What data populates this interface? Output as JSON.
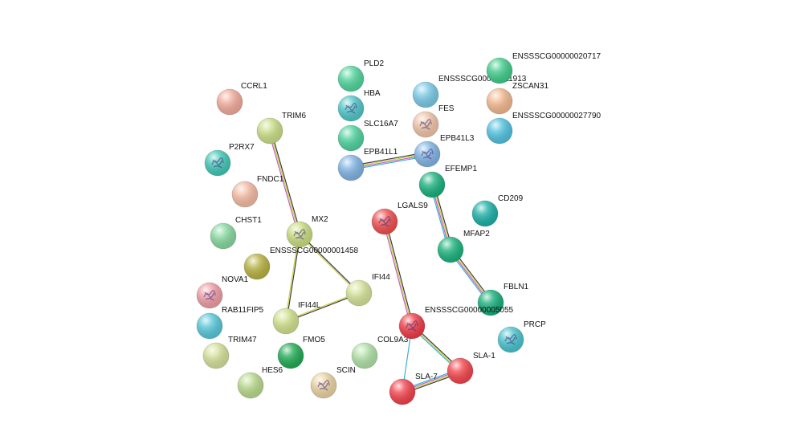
{
  "network": {
    "nodes": [
      {
        "id": "CCRL1",
        "label": "CCRL1",
        "color": "#f1a99a",
        "icon": "plain-node"
      },
      {
        "id": "TRIM6",
        "label": "TRIM6",
        "color": "#c9dc84",
        "icon": "plain-node"
      },
      {
        "id": "P2RX7",
        "label": "P2RX7",
        "color": "#3fc6b4",
        "icon": "structure-node"
      },
      {
        "id": "FNDC1",
        "label": "FNDC1",
        "color": "#f3b9a2",
        "icon": "plain-node"
      },
      {
        "id": "CHST1",
        "label": "CHST1",
        "color": "#86d89e",
        "icon": "plain-node"
      },
      {
        "id": "MX2",
        "label": "MX2",
        "color": "#c7dc7f",
        "icon": "structure-node"
      },
      {
        "id": "ENSSSCG00000001458",
        "label": "ENSSSCG00000001458",
        "color": "#b6b140",
        "icon": "plain-node"
      },
      {
        "id": "NOVA1",
        "label": "NOVA1",
        "color": "#ee9ca3",
        "icon": "structure-node"
      },
      {
        "id": "RAB11FIP5",
        "label": "RAB11FIP5",
        "color": "#56c6d8",
        "icon": "plain-node"
      },
      {
        "id": "IFI44",
        "label": "IFI44",
        "color": "#d4e297",
        "icon": "plain-node"
      },
      {
        "id": "IFI44L",
        "label": "IFI44L",
        "color": "#cfe08a",
        "icon": "plain-node"
      },
      {
        "id": "TRIM47",
        "label": "TRIM47",
        "color": "#d3df98",
        "icon": "plain-node"
      },
      {
        "id": "FMO5",
        "label": "FMO5",
        "color": "#1faa52",
        "icon": "plain-node"
      },
      {
        "id": "HES6",
        "label": "HES6",
        "color": "#b8d98b",
        "icon": "plain-node"
      },
      {
        "id": "SCIN",
        "label": "SCIN",
        "color": "#ead2a0",
        "icon": "structure-node"
      },
      {
        "id": "COL9A3",
        "label": "COL9A3",
        "color": "#aee0a4",
        "icon": "plain-node"
      },
      {
        "id": "PLD2",
        "label": "PLD2",
        "color": "#4fd49b",
        "icon": "plain-node"
      },
      {
        "id": "HBA",
        "label": "HBA",
        "color": "#4ec5c7",
        "icon": "structure-node"
      },
      {
        "id": "SLC16A7",
        "label": "SLC16A7",
        "color": "#4ed19e",
        "icon": "plain-node"
      },
      {
        "id": "EPB41L1",
        "label": "EPB41L1",
        "color": "#7fb2e2",
        "icon": "plain-node"
      },
      {
        "id": "ENSSSCG00000011913",
        "label": "ENSSSCG00000011913",
        "color": "#78c8e6",
        "icon": "plain-node"
      },
      {
        "id": "FES",
        "label": "FES",
        "color": "#efc3a6",
        "icon": "structure-node"
      },
      {
        "id": "EPB41L3",
        "label": "EPB41L3",
        "color": "#7fb3e3",
        "icon": "structure-node"
      },
      {
        "id": "EFEMP1",
        "label": "EFEMP1",
        "color": "#18b07c",
        "icon": "plain-node"
      },
      {
        "id": "ENSSSCG00000020717",
        "label": "ENSSSCG00000020717",
        "color": "#3fcb8a",
        "icon": "plain-node"
      },
      {
        "id": "ZSCAN31",
        "label": "ZSCAN31",
        "color": "#f1b78d",
        "icon": "plain-node"
      },
      {
        "id": "ENSSSCG00000027790",
        "label": "ENSSSCG00000027790",
        "color": "#50c1df",
        "icon": "plain-node"
      },
      {
        "id": "CD209",
        "label": "CD209",
        "color": "#19b0a6",
        "icon": "plain-node"
      },
      {
        "id": "LGALS9",
        "label": "LGALS9",
        "color": "#ef4d4d",
        "icon": "structure-node"
      },
      {
        "id": "MFAP2",
        "label": "MFAP2",
        "color": "#19b27c",
        "icon": "plain-node"
      },
      {
        "id": "FBLN1",
        "label": "FBLN1",
        "color": "#14ad78",
        "icon": "plain-node"
      },
      {
        "id": "ENSSSCG00000005055",
        "label": "ENSSSCG00000005055",
        "color": "#ee3a45",
        "icon": "structure-node"
      },
      {
        "id": "PRCP",
        "label": "PRCP",
        "color": "#47c3cc",
        "icon": "structure-node"
      },
      {
        "id": "SLA-1",
        "label": "SLA-1",
        "color": "#f2434a",
        "icon": "plain-node"
      },
      {
        "id": "SLA-7",
        "label": "SLA-7",
        "color": "#f2404a",
        "icon": "plain-node"
      }
    ],
    "edges": [
      {
        "source": "TRIM6",
        "target": "MX2",
        "colors": [
          "#3b3b3b",
          "#cfcf40",
          "#c060c0"
        ]
      },
      {
        "source": "MX2",
        "target": "IFI44",
        "colors": [
          "#3b3b3b",
          "#cfcf40"
        ]
      },
      {
        "source": "MX2",
        "target": "IFI44L",
        "colors": [
          "#3b3b3b",
          "#cfcf40"
        ]
      },
      {
        "source": "IFI44",
        "target": "IFI44L",
        "colors": [
          "#3b3b3b",
          "#cfcf40"
        ]
      },
      {
        "source": "EPB41L1",
        "target": "EPB41L3",
        "colors": [
          "#3b3b3b",
          "#cfcf40",
          "#c060c0",
          "#3ab0d8"
        ]
      },
      {
        "source": "EFEMP1",
        "target": "MFAP2",
        "colors": [
          "#3b3b3b",
          "#cfcf40",
          "#c060c0",
          "#3ab0d8"
        ]
      },
      {
        "source": "MFAP2",
        "target": "FBLN1",
        "colors": [
          "#3b3b3b",
          "#cfcf40",
          "#c060c0",
          "#3ab0d8"
        ]
      },
      {
        "source": "LGALS9",
        "target": "ENSSSCG00000005055",
        "colors": [
          "#3b3b3b",
          "#cfcf40",
          "#c060c0"
        ]
      },
      {
        "source": "ENSSSCG00000005055",
        "target": "SLA-1",
        "colors": [
          "#3b3b3b",
          "#cfcf40",
          "#3ab0d8"
        ]
      },
      {
        "source": "ENSSSCG00000005055",
        "target": "SLA-7",
        "colors": [
          "#3ab0d8"
        ]
      },
      {
        "source": "SLA-1",
        "target": "SLA-7",
        "colors": [
          "#3b3b3b",
          "#cfcf40",
          "#c060c0",
          "#3ab0d8"
        ]
      }
    ]
  }
}
